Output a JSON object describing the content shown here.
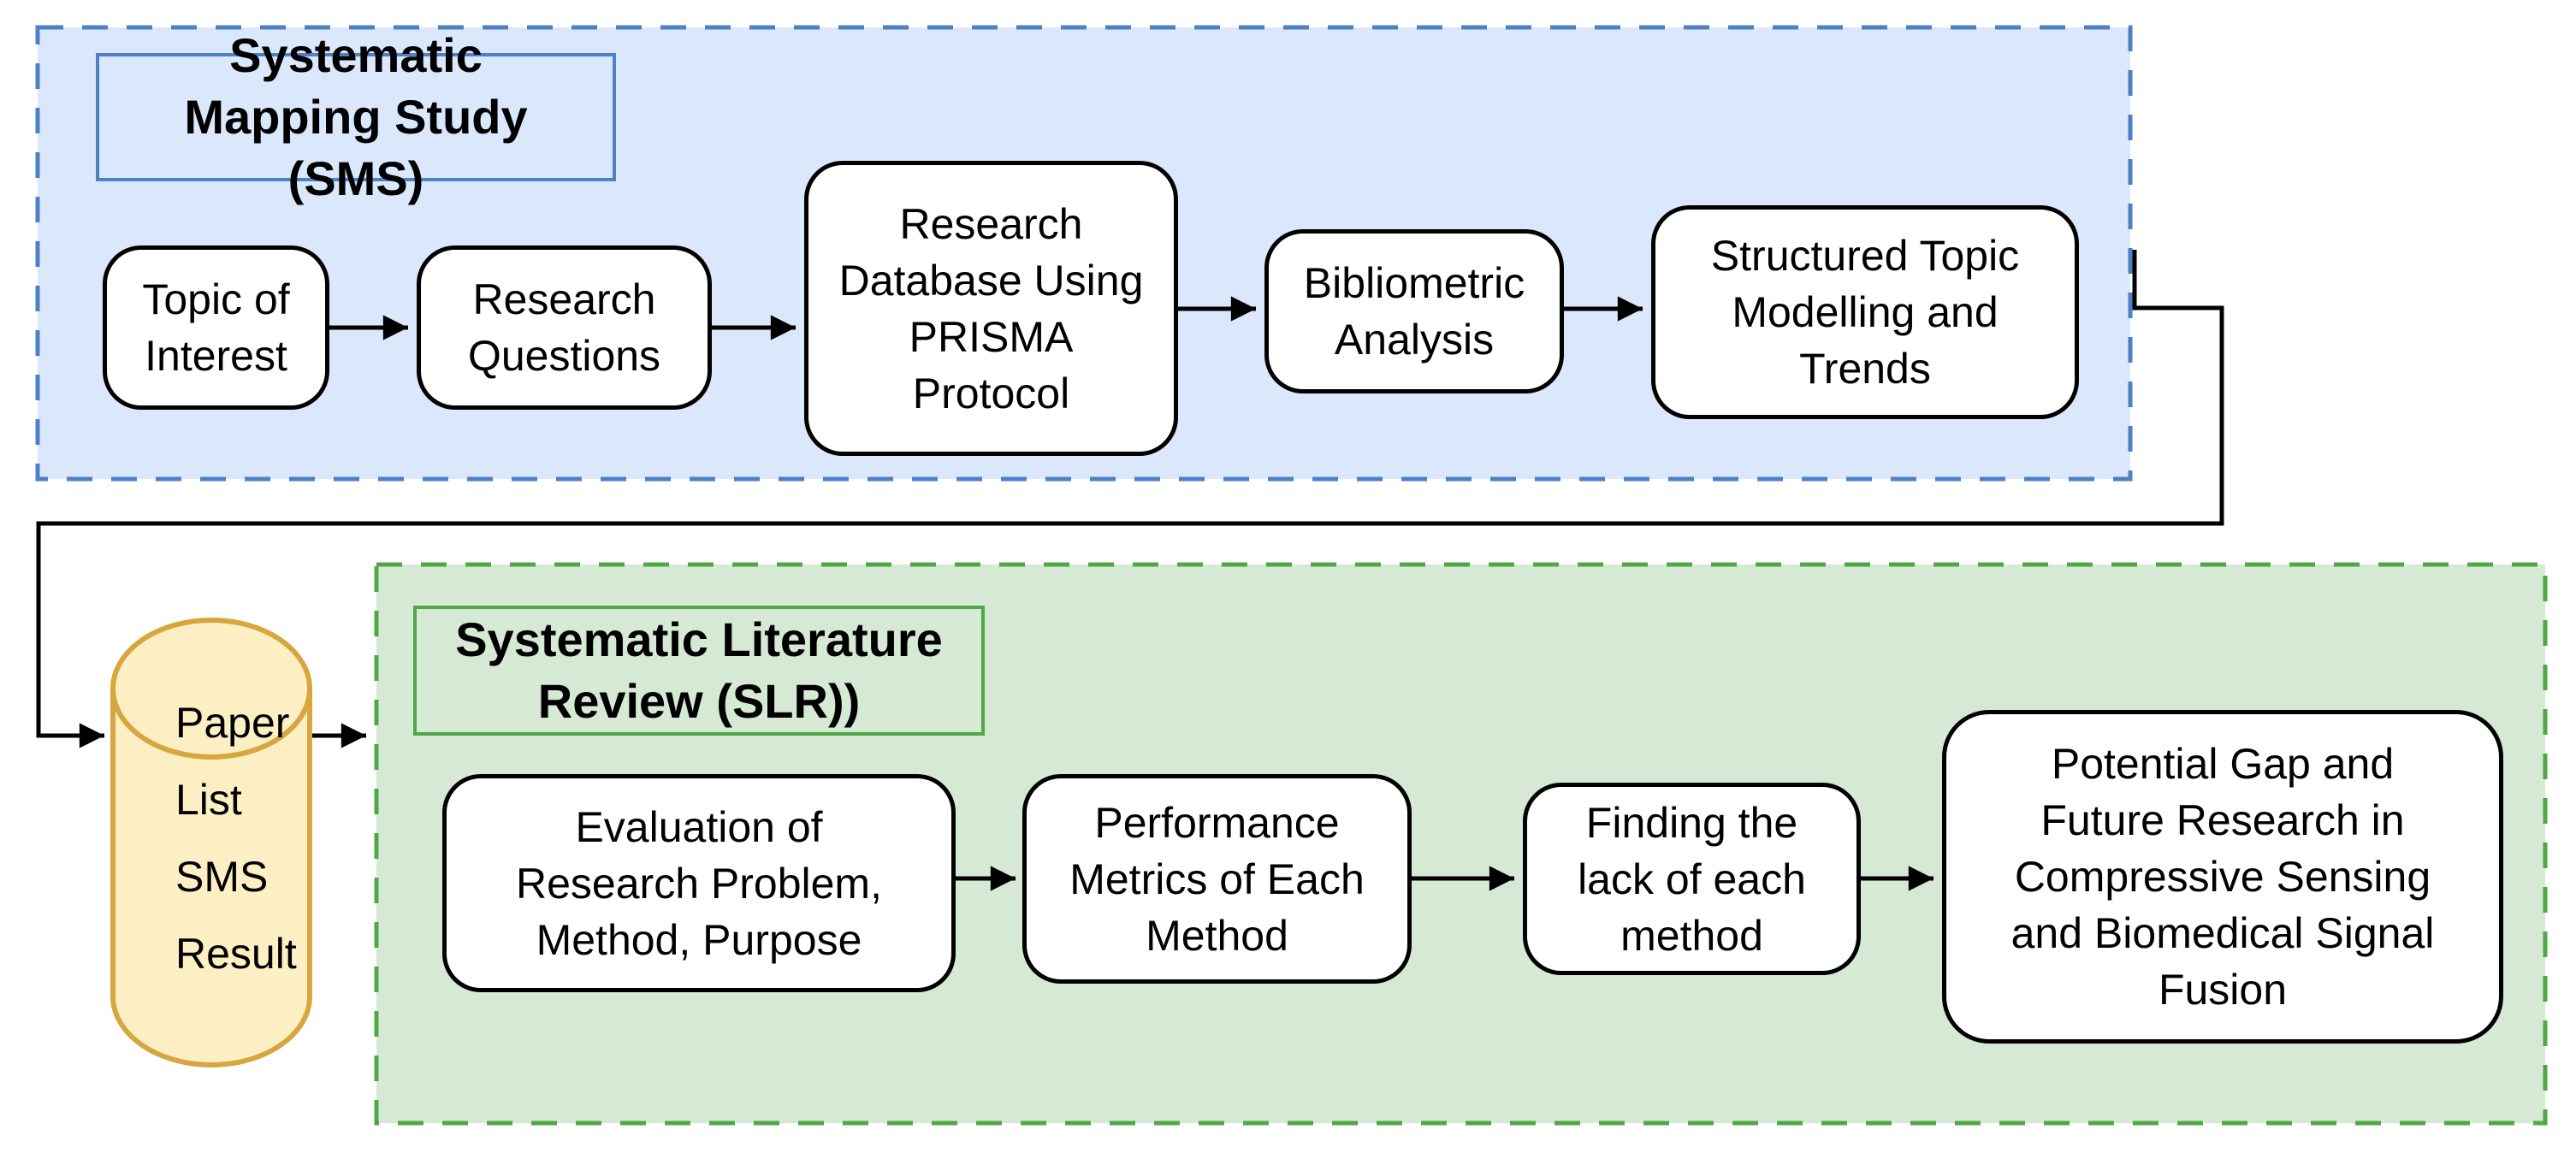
{
  "diagram": {
    "sms": {
      "title": "Systematic Mapping Study (SMS)",
      "nodes": [
        {
          "label": "Topic of Interest"
        },
        {
          "label": "Research Questions"
        },
        {
          "label": "Research Database Using PRISMA Protocol"
        },
        {
          "label": "Bibliometric Analysis"
        },
        {
          "label": "Structured Topic Modelling and Trends"
        }
      ]
    },
    "slr": {
      "title": "Systematic Literature Review (SLR))",
      "nodes": [
        {
          "label": "Evaluation of Research Problem, Method, Purpose"
        },
        {
          "label": "Performance Metrics of Each Method"
        },
        {
          "label": "Finding the lack of each method"
        },
        {
          "label": "Potential Gap and Future Research in Compressive Sensing and Biomedical Signal Fusion"
        }
      ]
    },
    "datastore": {
      "label": "Paper List SMS Result"
    },
    "colors": {
      "sms_fill": "#dbe8fc",
      "sms_stroke": "#4e80c6",
      "slr_fill": "#d6e9d5",
      "slr_stroke": "#4fa844",
      "datastore_fill": "#fcefc4",
      "datastore_stroke": "#d8a63e",
      "node_fill": "#ffffff",
      "node_stroke": "#000000",
      "connector": "#000000"
    }
  }
}
